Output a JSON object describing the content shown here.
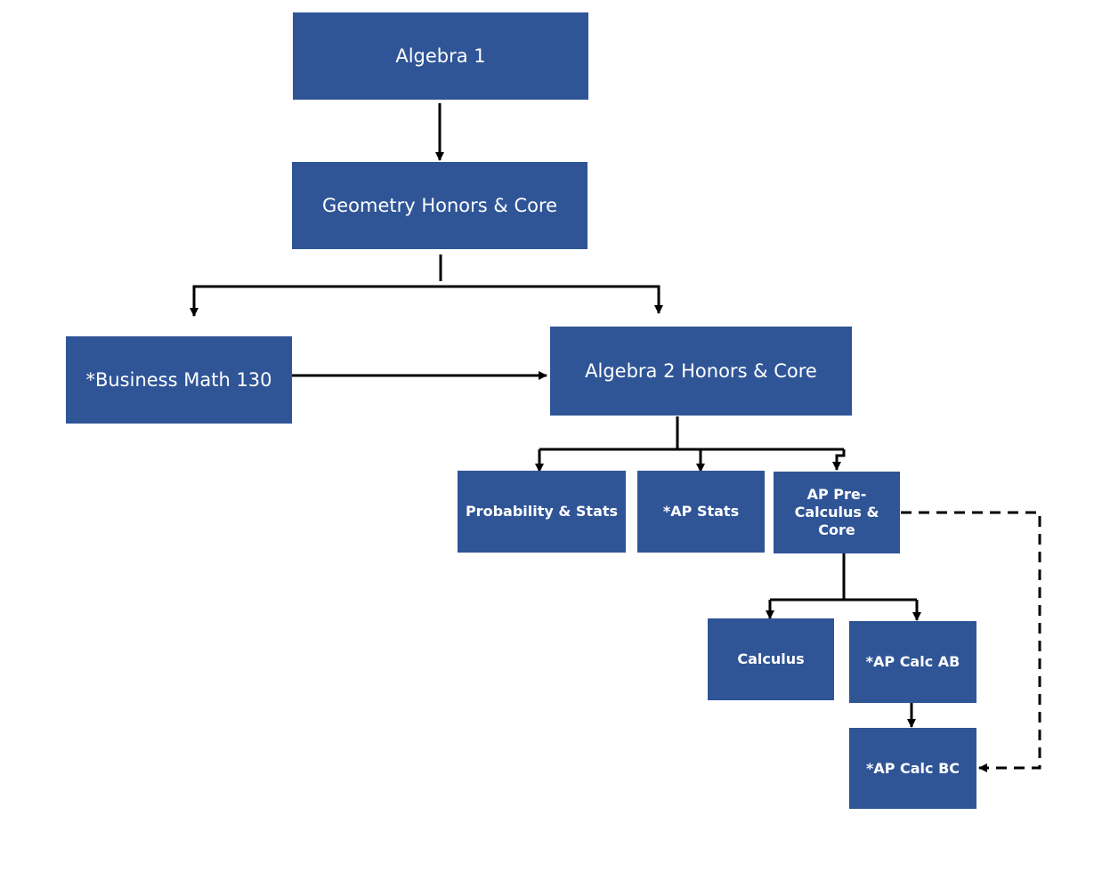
{
  "nodes": {
    "algebra1": "Algebra 1",
    "geometry": "Geometry Honors & Core",
    "business_math": "*Business Math 130",
    "algebra2": "Algebra 2 Honors & Core",
    "prob_stats": "Probability & Stats",
    "ap_stats": "*AP Stats",
    "ap_precalc": "AP Pre-\nCalculus  &\nCore",
    "calculus": "Calculus",
    "ap_calc_ab": "*AP Calc AB",
    "ap_calc_bc": "*AP Calc BC"
  },
  "colors": {
    "box_fill": "#2F5597",
    "box_text": "#FFFFFF",
    "connector": "#000000"
  }
}
